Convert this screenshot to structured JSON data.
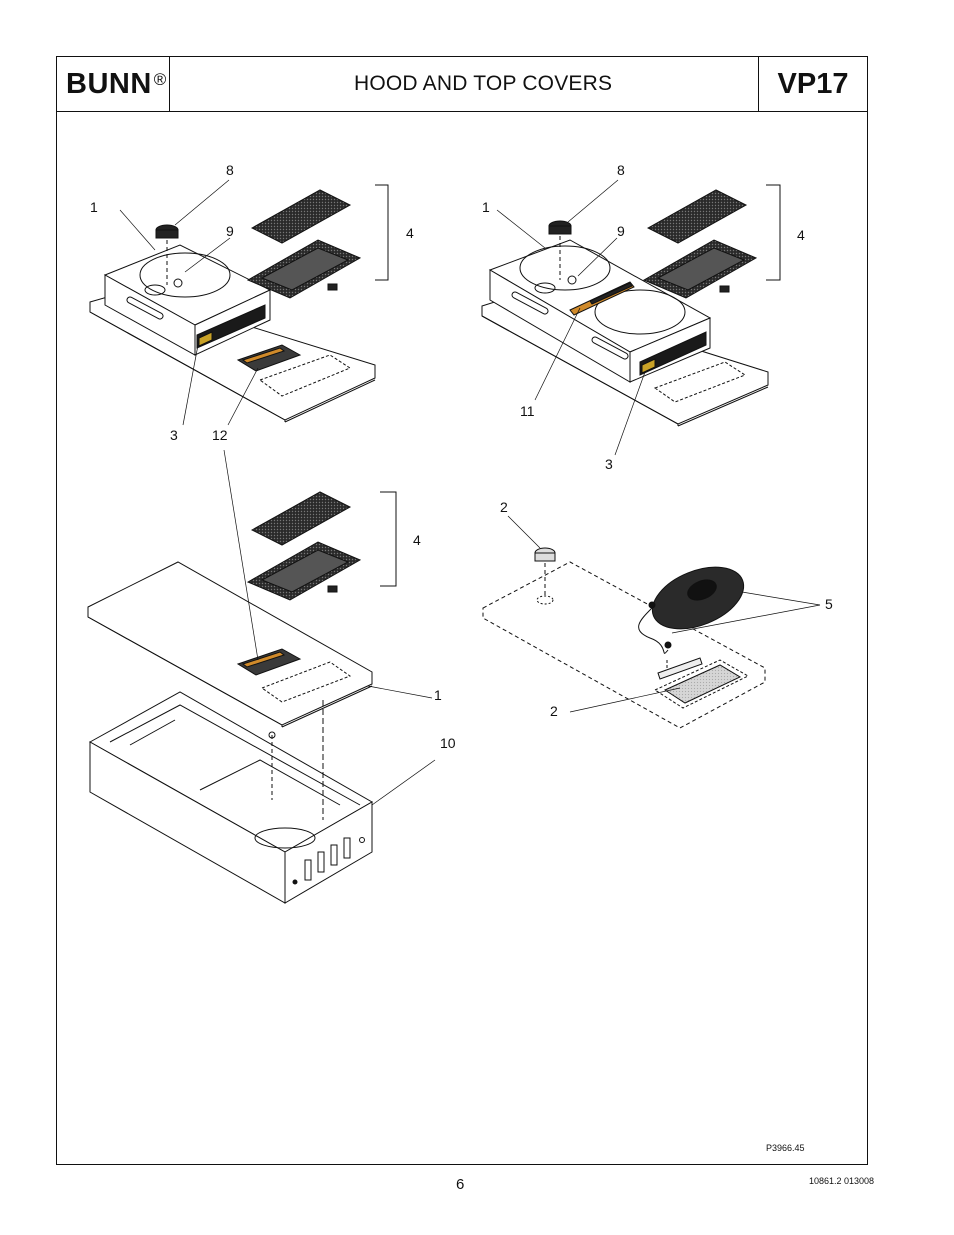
{
  "header": {
    "brand": "BUNN",
    "brand_mark": "®",
    "title": "HOOD AND TOP COVERS",
    "model": "VP17"
  },
  "callouts": {
    "tl": [
      "8",
      "1",
      "9",
      "4",
      "3",
      "12"
    ],
    "tr": [
      "8",
      "1",
      "9",
      "4",
      "11",
      "3"
    ],
    "bl": [
      "4",
      "1",
      "10"
    ],
    "br": [
      "2",
      "5",
      "2"
    ]
  },
  "figure_number": "P3966.45",
  "footer": {
    "page_number": "6",
    "document_number": "10861.2 013008"
  }
}
